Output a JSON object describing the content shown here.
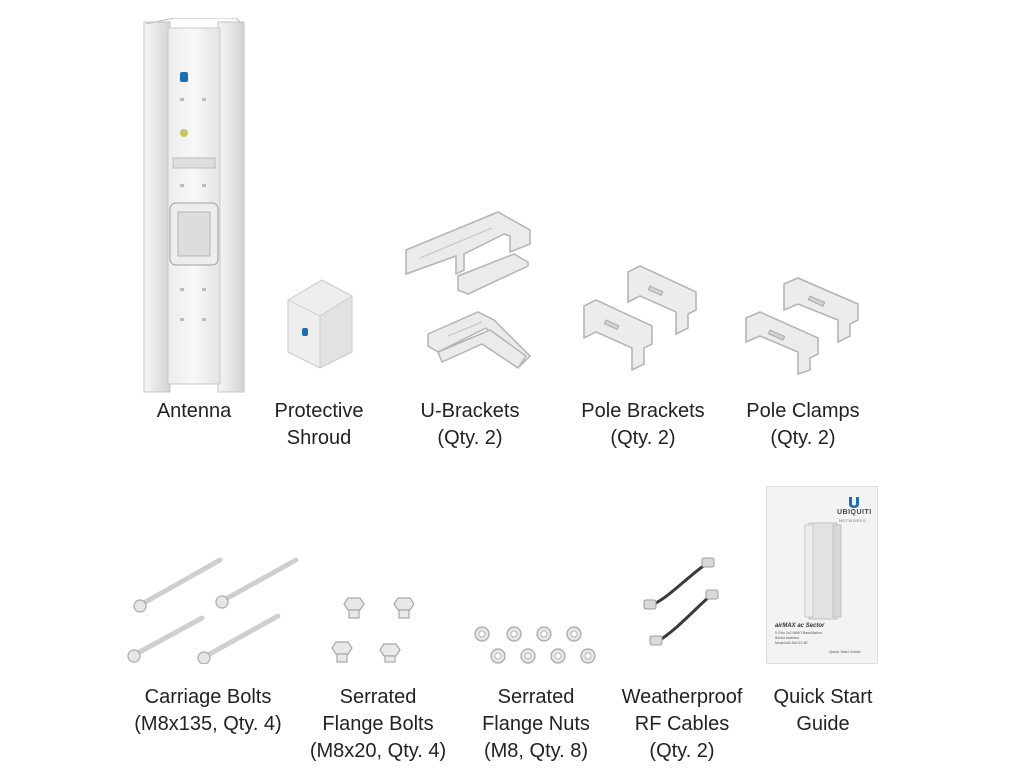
{
  "colors": {
    "background": "#ffffff",
    "text": "#222222",
    "hardware_light": "#e9e9e9",
    "hardware_mid": "#cfcfcf",
    "hardware_dark": "#a9a9a9",
    "brand_blue": "#1b6fb5"
  },
  "items": [
    {
      "id": "antenna",
      "icon": "antenna-illustration",
      "lines": [
        "Antenna"
      ]
    },
    {
      "id": "protective-shroud",
      "icon": "shroud-illustration",
      "lines": [
        "Protective",
        "Shroud"
      ]
    },
    {
      "id": "u-brackets",
      "icon": "u-bracket-illustration",
      "lines": [
        "U-Brackets",
        "(Qty. 2)"
      ]
    },
    {
      "id": "pole-brackets",
      "icon": "pole-bracket-illustration",
      "lines": [
        "Pole Brackets",
        "(Qty. 2)"
      ]
    },
    {
      "id": "pole-clamps",
      "icon": "pole-clamp-illustration",
      "lines": [
        "Pole Clamps",
        "(Qty. 2)"
      ]
    },
    {
      "id": "carriage-bolts",
      "icon": "carriage-bolt-illustration",
      "lines": [
        "Carriage Bolts",
        "(M8x135, Qty. 4)"
      ]
    },
    {
      "id": "serrated-flange-bolts",
      "icon": "flange-bolt-illustration",
      "lines": [
        "Serrated",
        "Flange Bolts",
        "(M8x20, Qty. 4)"
      ]
    },
    {
      "id": "serrated-flange-nuts",
      "icon": "flange-nut-illustration",
      "lines": [
        "Serrated",
        "Flange Nuts",
        "(M8, Qty. 8)"
      ]
    },
    {
      "id": "weatherproof-rf-cables",
      "icon": "rf-cable-illustration",
      "lines": [
        "Weatherproof",
        "RF Cables",
        "(Qty. 2)"
      ]
    },
    {
      "id": "quick-start-guide",
      "icon": "guide-booklet-illustration",
      "lines": [
        "Quick Start",
        "Guide"
      ]
    }
  ],
  "guide": {
    "brand": "UBIQUITI",
    "brand_sub": "NETWORKS",
    "product": "airMAX ac Sector",
    "spec_lines": [
      "5 GHz 2x2 MIMO BaseStation",
      "Sector Antenna",
      "Model AM-5AC21-60"
    ],
    "footer": "Quick Start Guide"
  }
}
